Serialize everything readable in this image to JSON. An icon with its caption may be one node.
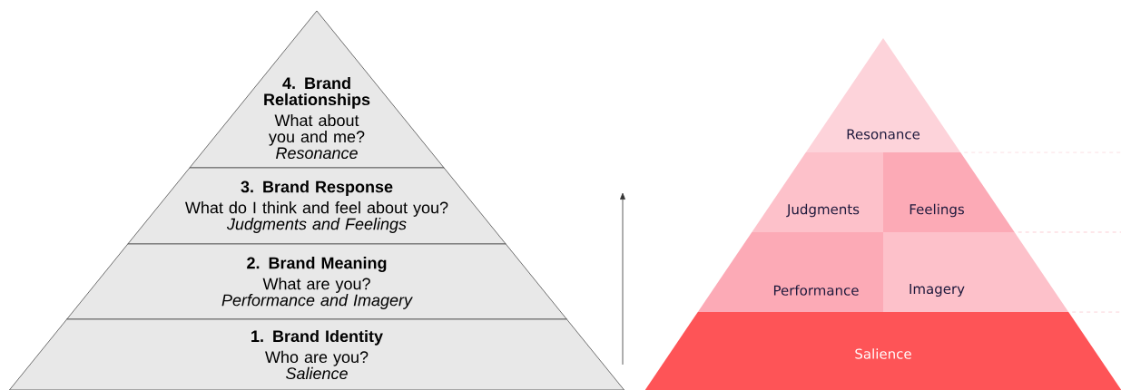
{
  "diagram": {
    "nodes": [
      {
        "text": [
          "4. Brand Relationships",
          "What about you and me?",
          "Resonance"
        ]
      },
      {
        "text": [
          "3. Brand Response",
          "What do I think and feel about you?",
          "Judgments and Feelings"
        ]
      },
      {
        "text": [
          "2. Brand Meaning",
          "What are you?",
          "Performance and Imagery"
        ]
      },
      {
        "text": [
          "1. Brand Identity",
          "Who are you?",
          "Salience"
        ]
      },
      {
        "text": [
          "Resonance"
        ]
      },
      {
        "text": [
          "Judgments"
        ]
      },
      {
        "text": [
          "Feelings"
        ]
      },
      {
        "text": [
          "Performance"
        ]
      },
      {
        "text": [
          "Imagery"
        ]
      },
      {
        "text": [
          "Salience"
        ]
      }
    ]
  }
}
